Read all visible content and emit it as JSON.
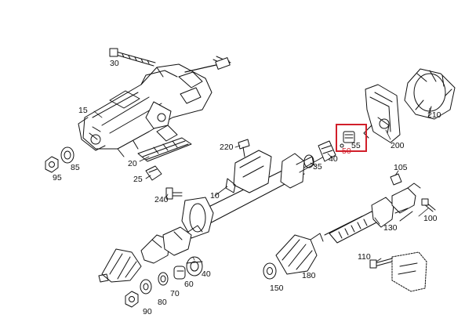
{
  "diagram": {
    "highlight_color": "#d11f2a",
    "line_color": "#111111",
    "callouts": [
      {
        "id": "p30",
        "text": "30"
      },
      {
        "id": "p15",
        "text": "15"
      },
      {
        "id": "p20",
        "text": "20"
      },
      {
        "id": "p25",
        "text": "25"
      },
      {
        "id": "p85",
        "text": "85"
      },
      {
        "id": "p95",
        "text": "95"
      },
      {
        "id": "p220",
        "text": "220"
      },
      {
        "id": "p240",
        "text": "240"
      },
      {
        "id": "p10",
        "text": "10"
      },
      {
        "id": "p35",
        "text": "35"
      },
      {
        "id": "p40a",
        "text": "40"
      },
      {
        "id": "p50",
        "text": "50"
      },
      {
        "id": "p55",
        "text": "55"
      },
      {
        "id": "p200",
        "text": "200"
      },
      {
        "id": "p210",
        "text": "210"
      },
      {
        "id": "p105",
        "text": "105"
      },
      {
        "id": "p100",
        "text": "100"
      },
      {
        "id": "p130",
        "text": "130"
      },
      {
        "id": "p110",
        "text": "110"
      },
      {
        "id": "p180",
        "text": "180"
      },
      {
        "id": "p150",
        "text": "150"
      },
      {
        "id": "p60",
        "text": "60"
      },
      {
        "id": "p40b",
        "text": "40"
      },
      {
        "id": "p70",
        "text": "70"
      },
      {
        "id": "p80",
        "text": "80"
      },
      {
        "id": "p90",
        "text": "90"
      }
    ],
    "highlighted_parts": [
      "50",
      "55"
    ]
  }
}
